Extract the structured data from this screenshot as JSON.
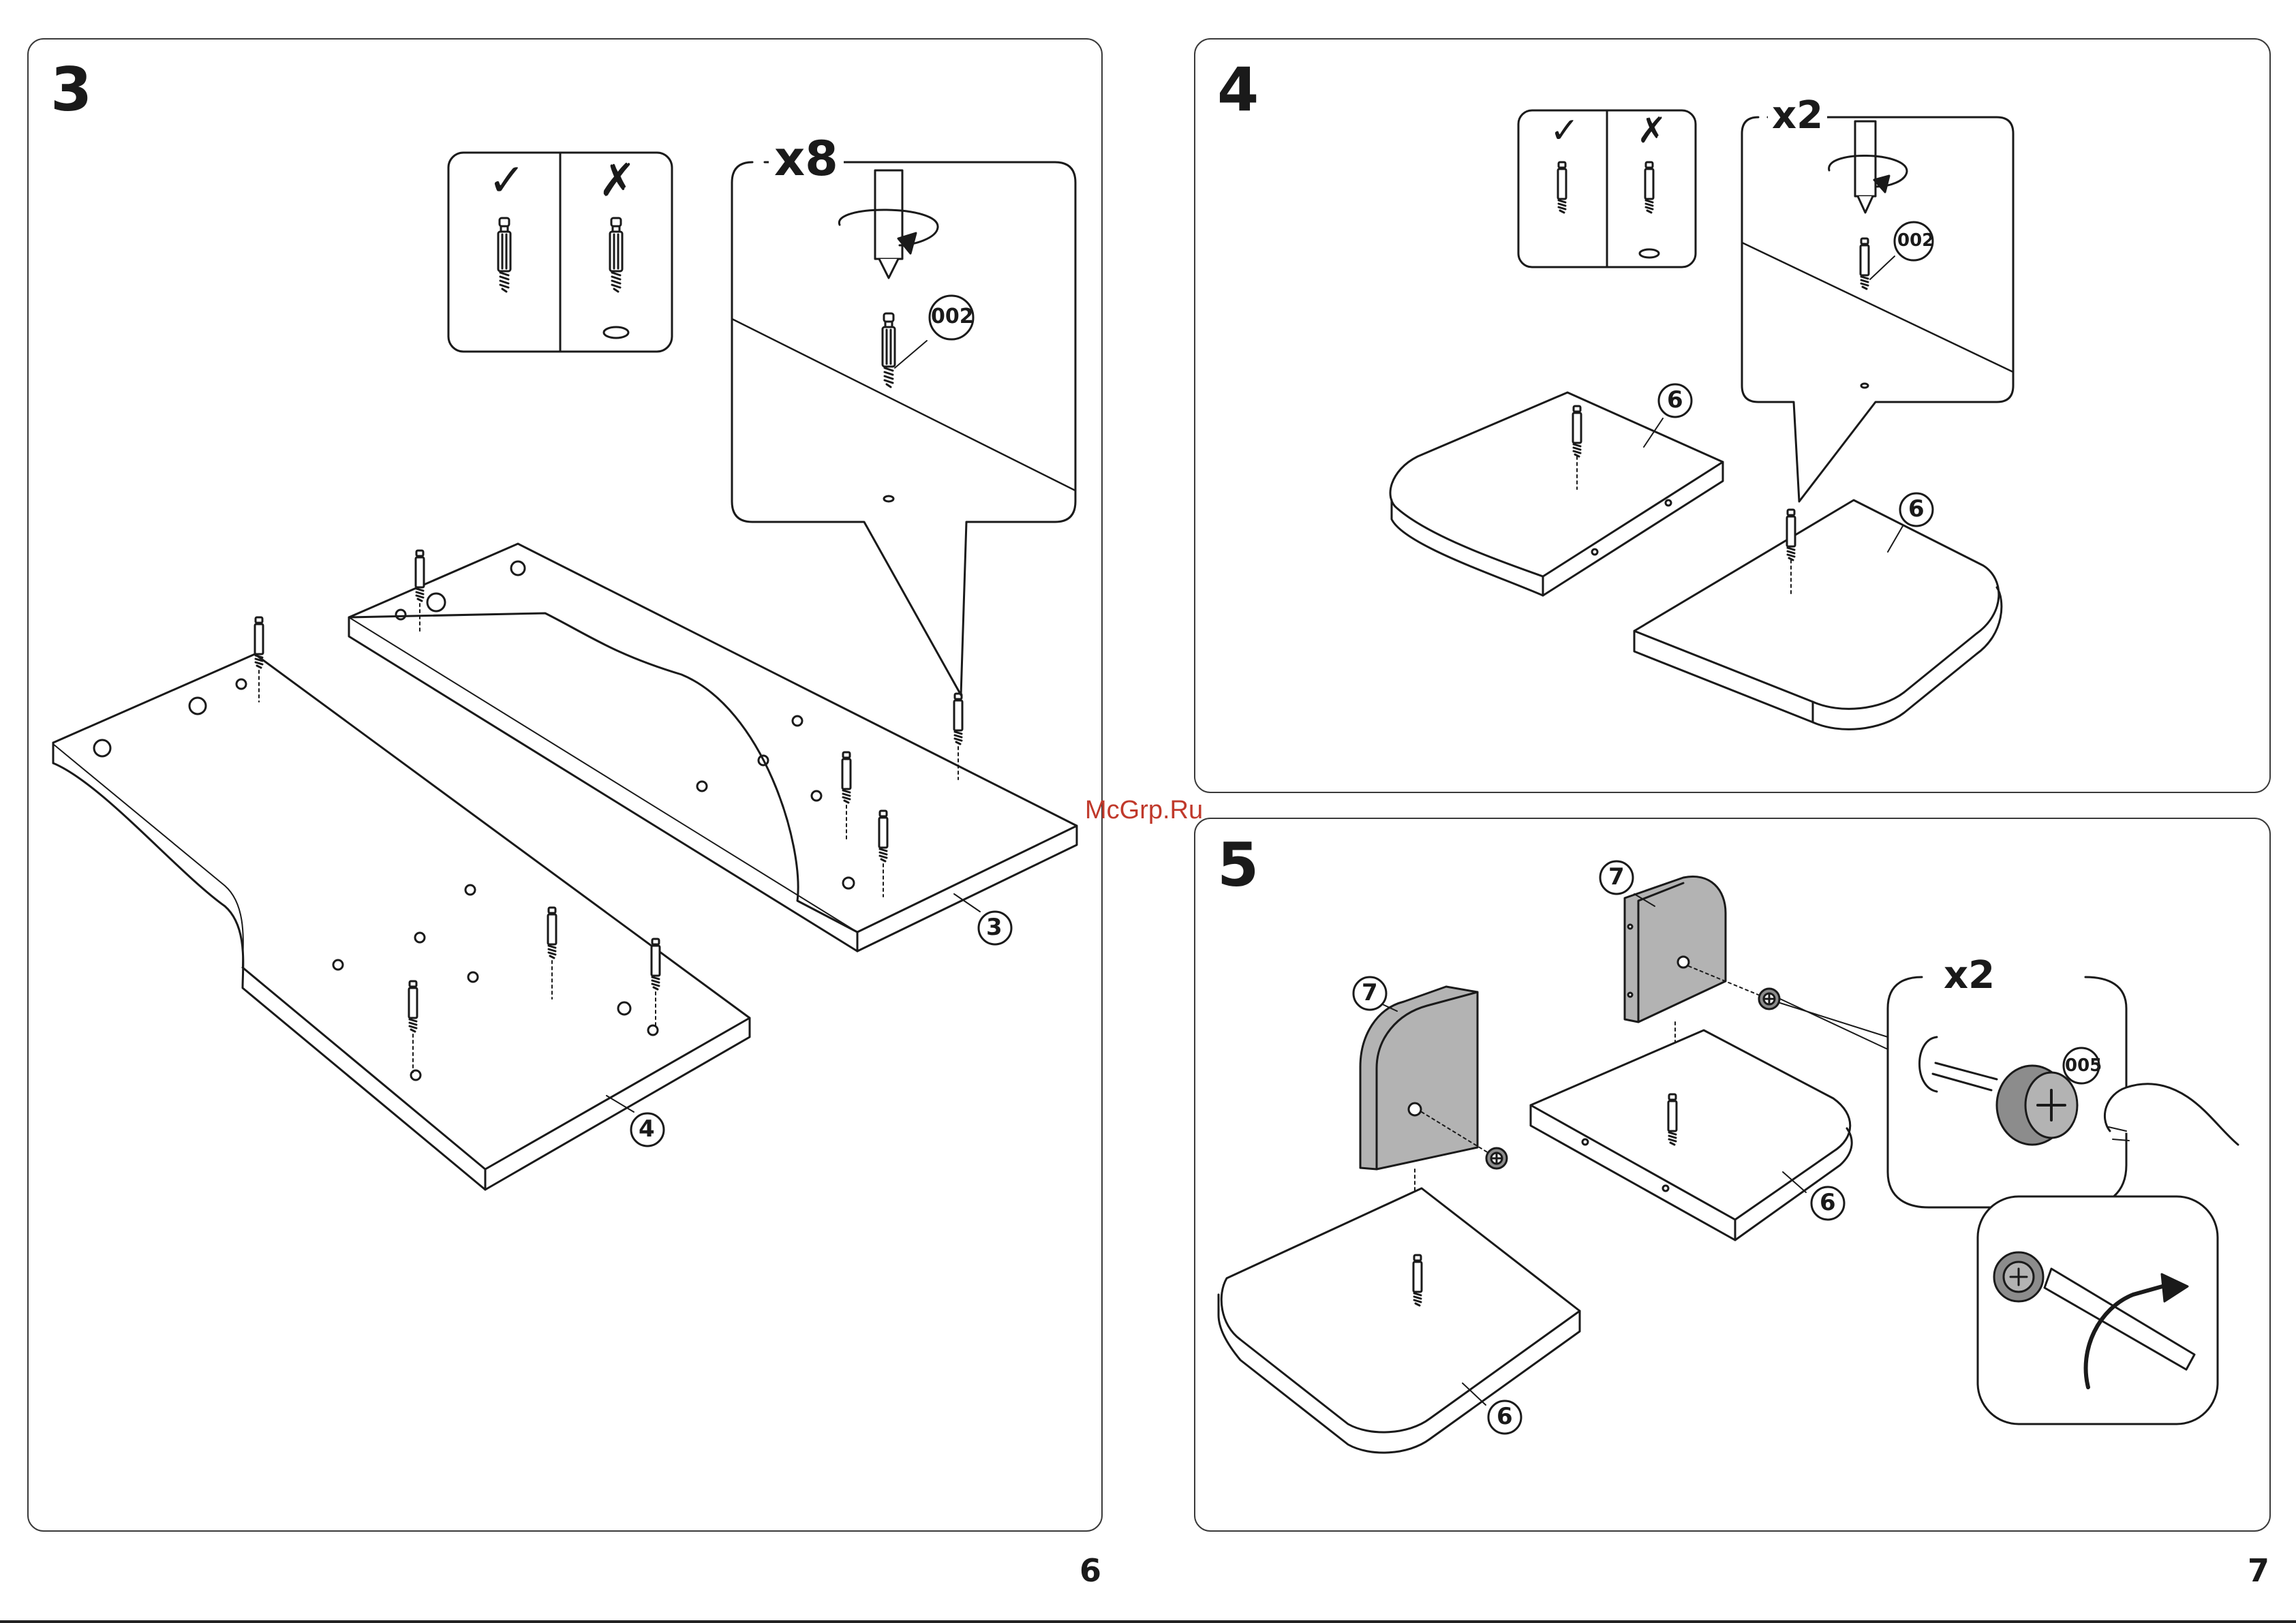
{
  "steps": [
    {
      "number": "3",
      "quantity": "x8",
      "part_code": "002",
      "parts": [
        "3",
        "4"
      ]
    },
    {
      "number": "4",
      "quantity": "x2",
      "part_code": "002",
      "parts": [
        "6",
        "6"
      ]
    },
    {
      "number": "5",
      "quantity": "x2",
      "part_code": "005",
      "parts": [
        "7",
        "7",
        "6",
        "6"
      ]
    }
  ],
  "check_symbols": {
    "correct": "✓",
    "wrong": "✗"
  },
  "page_numbers": {
    "left": "6",
    "right": "7"
  },
  "watermark": "McGrp.Ru",
  "colors": {
    "line": "#1a1a1a",
    "part_fill": "#b3b3b3",
    "cam_fill": "#8c8c8c"
  }
}
